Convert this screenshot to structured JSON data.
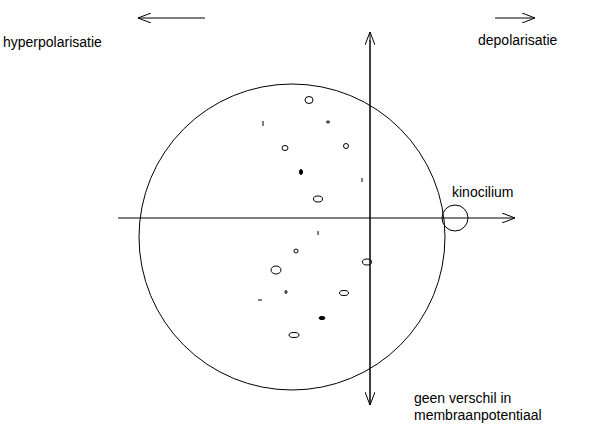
{
  "diagram": {
    "labels": [
      "hyperpolarisatie",
      "depolarisatie",
      "kinocilium",
      "geen verschil in membraanpotentiaal"
    ]
  }
}
